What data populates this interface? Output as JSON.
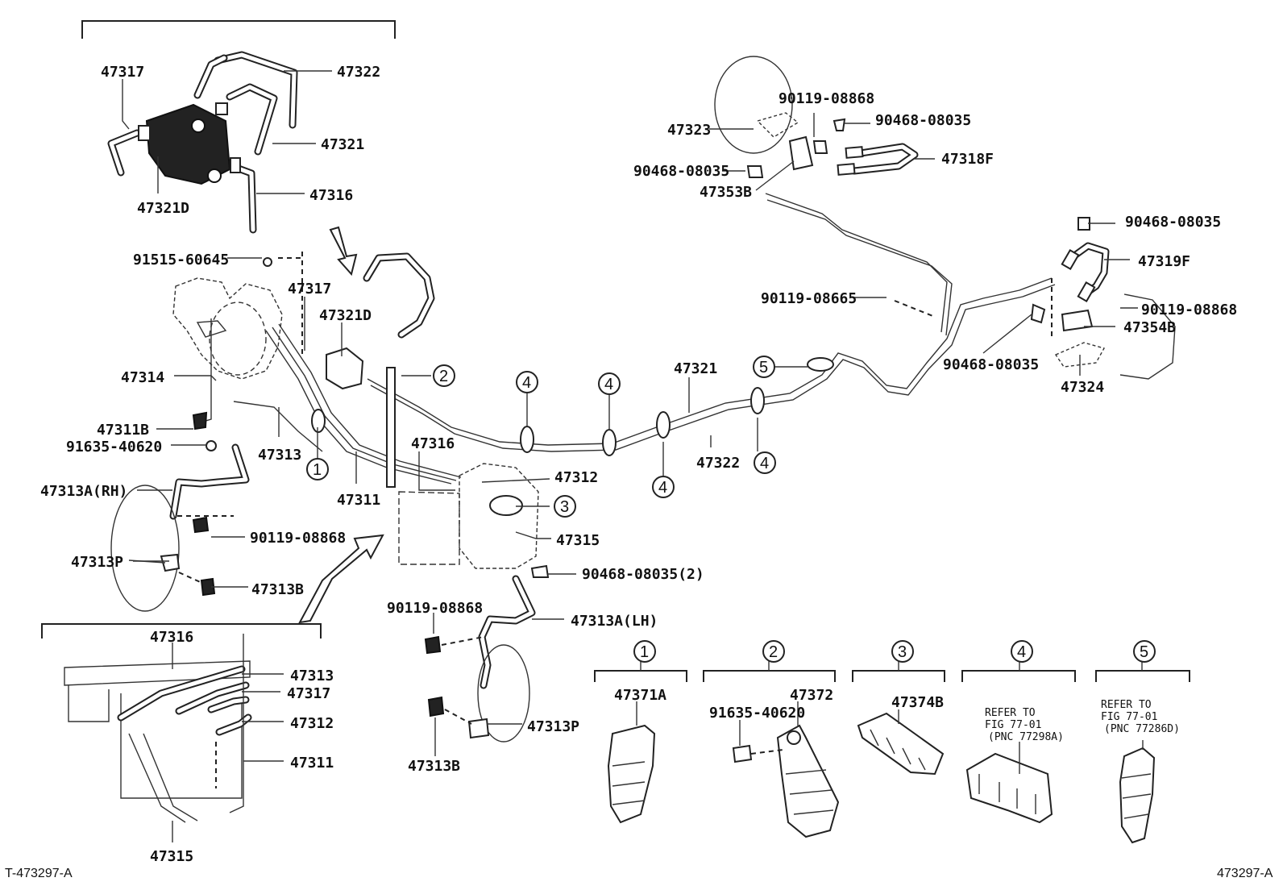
{
  "labels": {
    "top_47317": "47317",
    "top_47322": "47322",
    "top_47321": "47321",
    "top_47321d": "47321D",
    "top_47316": "47316",
    "l_91515": "91515-60645",
    "l_47317": "47317",
    "l_47321d": "47321D",
    "l_47314": "47314",
    "l_47311b": "47311B",
    "l_91635": "91635-40620",
    "l_47313": "47313",
    "l_47313a_rh": "47313A(RH)",
    "l_47311": "47311",
    "l_90119_a": "90119-08868",
    "l_47313p": "47313P",
    "l_47313b": "47313B",
    "m_47316": "47316",
    "m_47312": "47312",
    "m_47315": "47315",
    "m_90468_2": "90468-08035(2)",
    "m_47321": "47321",
    "m_47322": "47322",
    "r_90119_top": "90119-08868",
    "r_90468_top": "90468-08035",
    "r_47323": "47323",
    "r_47318f": "47318F",
    "r_90468_left": "90468-08035",
    "r_47353b": "47353B",
    "r_90468_right": "90468-08035",
    "r_47319f": "47319F",
    "r_90119_08665": "90119-08665",
    "r_90119_right": "90119-08868",
    "r_47354b": "47354B",
    "r_90468_bottom": "90468-08035",
    "r_47324": "47324",
    "lh_90119": "90119-08868",
    "lh_47313a": "47313A(LH)",
    "lh_47313p": "47313P",
    "lh_47313b": "47313B",
    "bl_47316": "47316",
    "bl_47313": "47313",
    "bl_47317": "47317",
    "bl_47312": "47312",
    "bl_47311": "47311",
    "bl_47315": "47315"
  },
  "callouts": {
    "c1": "1",
    "c2": "2",
    "c3": "3",
    "c4": "4",
    "c5": "5"
  },
  "legend": {
    "g1_num": "1",
    "g1_part": "47371A",
    "g2_num": "2",
    "g2_bolt": "91635-40620",
    "g2_part": "47372",
    "g3_num": "3",
    "g3_part": "47374B",
    "g4_num": "4",
    "g4_ref1": "REFER TO",
    "g4_ref2": "FIG 77-01",
    "g4_ref3": "(PNC 77298A)",
    "g5_num": "5",
    "g5_ref1": "REFER TO",
    "g5_ref2": "FIG 77-01",
    "g5_ref3": "(PNC 77286D)"
  },
  "footer": {
    "left": "T-473297-A",
    "right": "473297-A"
  }
}
